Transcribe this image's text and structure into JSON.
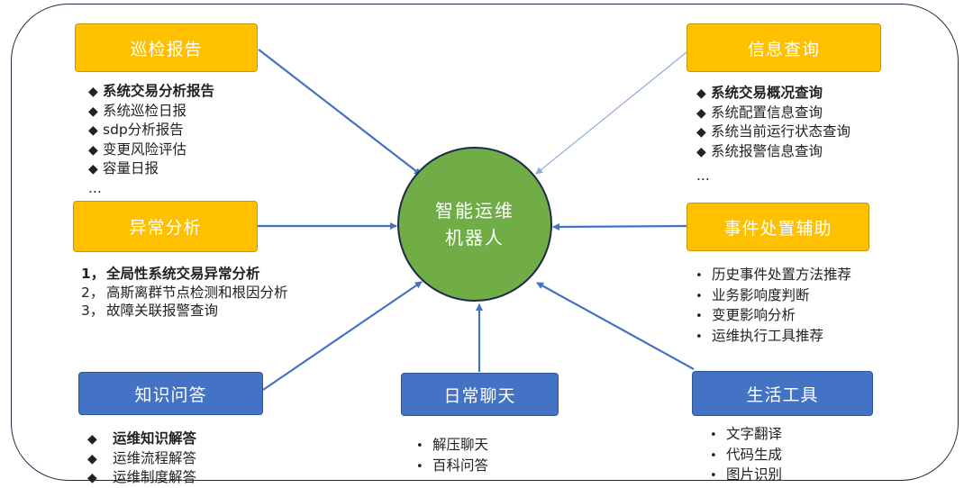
{
  "center": {
    "line1": "智能运维",
    "line2": "机器人"
  },
  "colors": {
    "yellow": "#ffc000",
    "blue": "#4472c4",
    "green": "#70ad47",
    "arrow": "#4472c4"
  },
  "boxes": {
    "inspection": "巡检报告",
    "info_query": "信息查询",
    "anomaly": "异常分析",
    "incident": "事件处置辅助",
    "knowledge": "知识问答",
    "chat": "日常聊天",
    "life": "生活工具"
  },
  "lists": {
    "inspection": [
      "系统交易分析报告",
      "系统巡检日报",
      "sdp分析报告",
      "变更风险评估",
      "容量日报",
      "..."
    ],
    "info_query": [
      "系统交易概况查询",
      "系统配置信息查询",
      "系统当前运行状态查询",
      "系统报警信息查询",
      "..."
    ],
    "anomaly": [
      {
        "num": "1，",
        "text": "全局性系统交易异常分析"
      },
      {
        "num": "2，",
        "text": "高斯离群节点检测和根因分析"
      },
      {
        "num": "3，",
        "text": "故障关联报警查询"
      }
    ],
    "incident": [
      "历史事件处置方法推荐",
      "业务影响度判断",
      "变更影响分析",
      "运维执行工具推荐"
    ],
    "knowledge": [
      "运维知识解答",
      "运维流程解答",
      "运维制度解答"
    ],
    "chat": [
      "解压聊天",
      "百科问答"
    ],
    "life": [
      "文字翻译",
      "代码生成",
      "图片识别"
    ]
  }
}
